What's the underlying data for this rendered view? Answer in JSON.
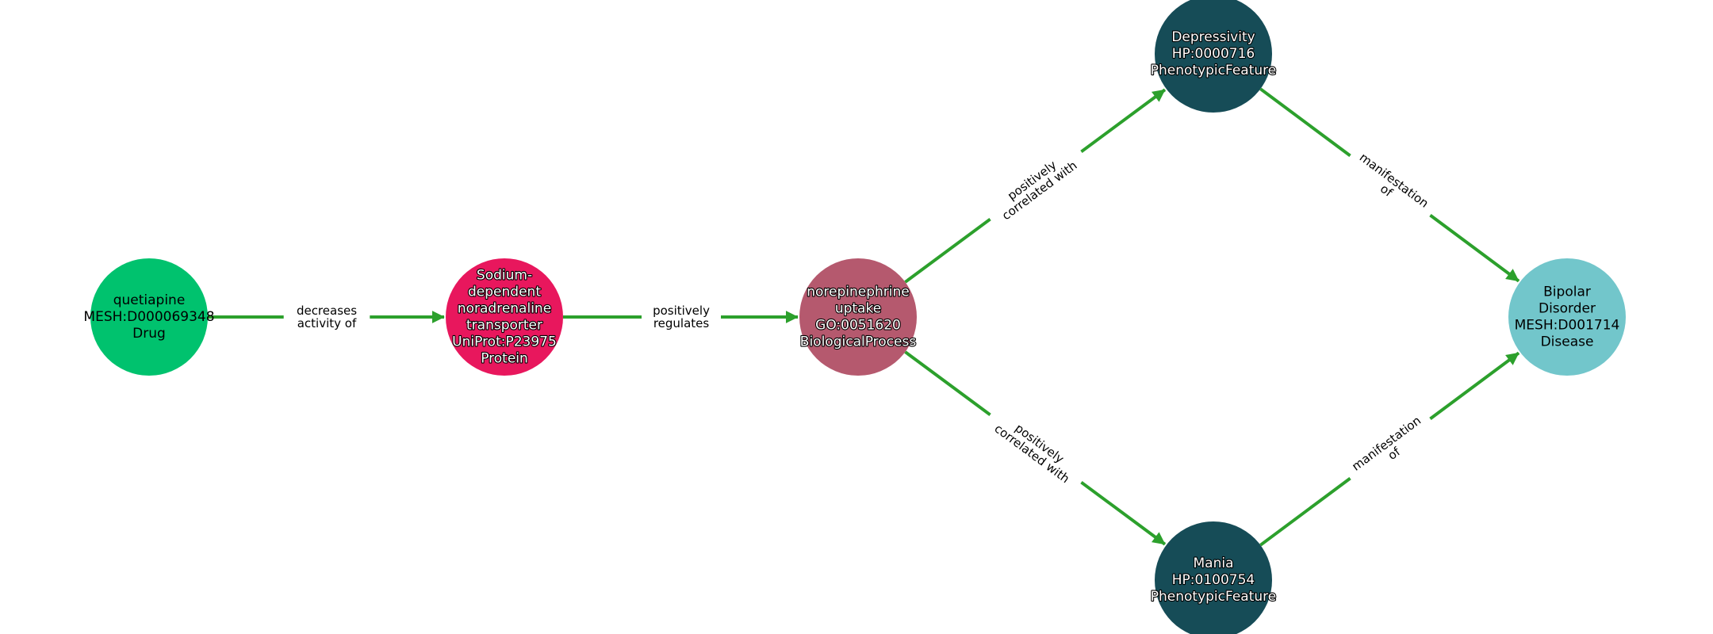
{
  "graph": {
    "nodes": [
      {
        "id": "quetiapine",
        "lines": [
          "quetiapine",
          "MESH:D000069348",
          "Drug"
        ],
        "color": "#00c26e",
        "text_style": "dark"
      },
      {
        "id": "net",
        "lines": [
          "Sodium-",
          "dependent",
          "noradrenaline",
          "transporter",
          "UniProt:P23975",
          "Protein"
        ],
        "color": "#e8175d",
        "text_style": "light"
      },
      {
        "id": "ne_uptake",
        "lines": [
          "norepinephrine",
          "uptake",
          "GO:0051620",
          "BiologicalProcess"
        ],
        "color": "#b5596e",
        "text_style": "light"
      },
      {
        "id": "depressivity",
        "lines": [
          "Depressivity",
          "HP:0000716",
          "PhenotypicFeature"
        ],
        "color": "#164c57",
        "text_style": "light"
      },
      {
        "id": "mania",
        "lines": [
          "Mania",
          "HP:0100754",
          "PhenotypicFeature"
        ],
        "color": "#164c57",
        "text_style": "light"
      },
      {
        "id": "bipolar",
        "lines": [
          "Bipolar",
          "Disorder",
          "MESH:D001714",
          "Disease"
        ],
        "color": "#72c6cb",
        "text_style": "dark"
      }
    ],
    "edges": [
      {
        "id": "e1",
        "source": "quetiapine",
        "target": "net",
        "lines": [
          "decreases",
          "activity of"
        ]
      },
      {
        "id": "e2",
        "source": "net",
        "target": "ne_uptake",
        "lines": [
          "positively",
          "regulates"
        ]
      },
      {
        "id": "e3",
        "source": "ne_uptake",
        "target": "depressivity",
        "lines": [
          "positively",
          "correlated with"
        ]
      },
      {
        "id": "e4",
        "source": "ne_uptake",
        "target": "mania",
        "lines": [
          "positively",
          "correlated with"
        ]
      },
      {
        "id": "e5",
        "source": "depressivity",
        "target": "bipolar",
        "lines": [
          "manifestation",
          "of"
        ]
      },
      {
        "id": "e6",
        "source": "mania",
        "target": "bipolar",
        "lines": [
          "manifestation",
          "of"
        ]
      }
    ],
    "edge_color": "#2ca02c"
  }
}
